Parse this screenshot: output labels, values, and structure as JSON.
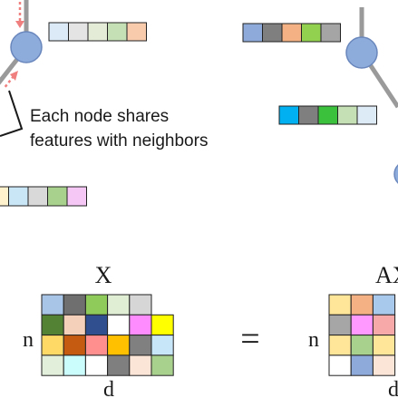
{
  "annotation": {
    "line1": "Each node shares",
    "line2": "features with neighbors"
  },
  "equation": {
    "left_matrix_label": "X",
    "right_matrix_label": "AX",
    "row_dim_label": "n",
    "col_dim_label": "d",
    "equals_sign": "="
  },
  "colors": {
    "node_fill": "#8eacdb",
    "node_stroke": "#6a87bd",
    "edge": "#9a9a9a",
    "arrow": "#f08080",
    "cell_stroke": "#222222"
  },
  "feature_vectors": {
    "top_left": [
      "#dce9f7",
      "#e4e4e4",
      "#e4ecd8",
      "#c5e0b4",
      "#f8cbad"
    ],
    "top_right": [
      "#8eaadb",
      "#7f7f7f",
      "#f4b183",
      "#92d050",
      "#a5a5a5"
    ],
    "middle_right": [
      "#00b0f0",
      "#7f7f7f",
      "#3cc13c",
      "#c5e0b4",
      "#ddebf7"
    ],
    "bottom_left": [
      "#fff2cc",
      "#c8e6f5",
      "#d9d9d9",
      "#a9d18e",
      "#f4c7f4"
    ]
  },
  "matrix_x_cells": [
    [
      "#a8c4e6",
      "#6f6f6f",
      "#8fcb5a",
      "#e0efd4",
      "#d6d6d6"
    ],
    [
      "#548235",
      "#f4d0bb",
      "#2f4f8f",
      "#ffffff",
      "#ff8cff",
      "#ffff00"
    ],
    [
      "#ffd966",
      "#c55a11",
      "#ff8f8f",
      "#ffc000",
      "#808080",
      "#c7e6f7"
    ],
    [
      "#e2efda",
      "#ccfdfd",
      "#ffffff",
      "#7f7f7f",
      "#fbe5d6",
      "#a9d18e"
    ]
  ],
  "matrix_ax_cells": [
    [
      "#ffe699",
      "#f4b183",
      "#a9c9ec"
    ],
    [
      "#a6a6a6",
      "#ff99ff",
      "#f7a8a8"
    ],
    [
      "#ffe699",
      "#a9d18e",
      "#ffe699"
    ],
    [
      "#ffffff",
      "#8eaadb",
      "#fbe5d6"
    ]
  ]
}
